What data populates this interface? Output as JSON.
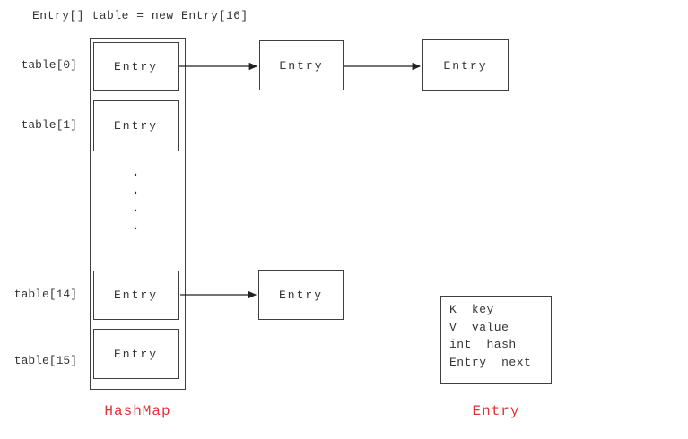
{
  "code_declaration": "Entry[] table = new Entry[16]",
  "array": {
    "caption": "HashMap",
    "ellipsis_dot": ".",
    "slots": [
      {
        "index_label": "table[0]",
        "cell_label": "Entry"
      },
      {
        "index_label": "table[1]",
        "cell_label": "Entry"
      },
      {
        "index_label": "table[14]",
        "cell_label": "Entry"
      },
      {
        "index_label": "table[15]",
        "cell_label": "Entry"
      }
    ]
  },
  "chains": {
    "table0_node1": "Entry",
    "table0_node2": "Entry",
    "table14_node1": "Entry"
  },
  "entry_class": {
    "caption": "Entry",
    "fields": [
      "K  key",
      "V  value",
      "int  hash",
      "Entry  next"
    ]
  },
  "colors": {
    "caption_red": "#e03333",
    "line": "#3f3f3f"
  }
}
